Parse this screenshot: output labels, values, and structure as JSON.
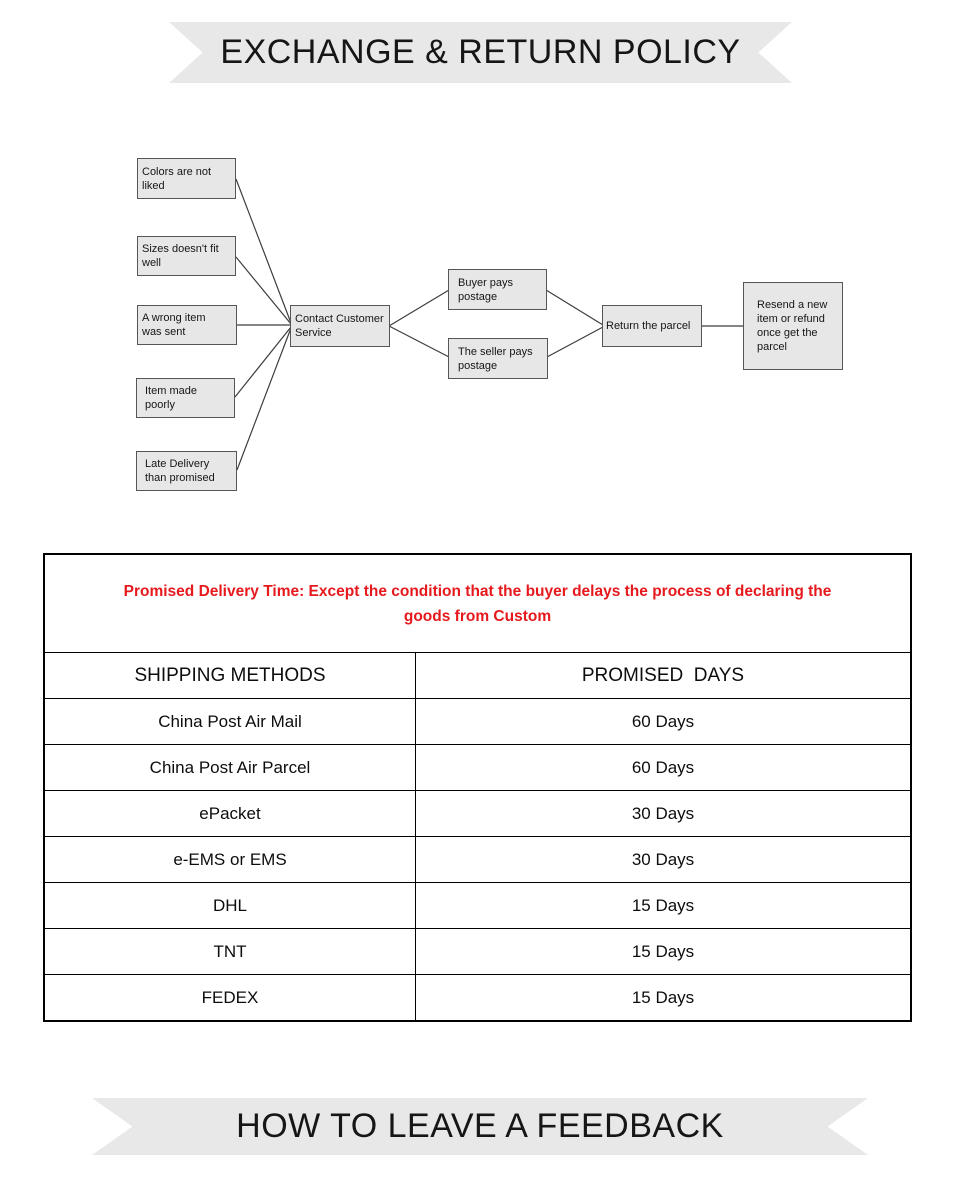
{
  "banners": {
    "top": "EXCHANGE & RETURN POLICY",
    "bottom": "HOW TO LEAVE A FEEDBACK"
  },
  "flowchart": {
    "reasons": [
      {
        "label": "Colors are not\nliked"
      },
      {
        "label": "Sizes doesn't fit\nwell"
      },
      {
        "label": "A wrong item\nwas sent"
      },
      {
        "label": "Item made\npoorly"
      },
      {
        "label": "Late Delivery\nthan promised"
      }
    ],
    "contact": "Contact Customer\nService",
    "buyer_pays": "Buyer pays\npostage",
    "seller_pays": "The seller pays\npostage",
    "return_parcel": "Return the parcel",
    "resend": "Resend a new\nitem or refund\nonce get the\nparcel"
  },
  "table": {
    "note": "Promised Delivery Time: Except the condition that the buyer delays the process of declaring the\ngoods from Custom",
    "headers": [
      "SHIPPING METHODS",
      "PROMISED  DAYS"
    ],
    "rows": [
      {
        "method": "China Post Air Mail",
        "days": "60 Days"
      },
      {
        "method": "China Post Air Parcel",
        "days": "60 Days"
      },
      {
        "method": "ePacket",
        "days": "30 Days"
      },
      {
        "method": "e-EMS or EMS",
        "days": "30 Days"
      },
      {
        "method": "DHL",
        "days": "15 Days"
      },
      {
        "method": "TNT",
        "days": "15 Days"
      },
      {
        "method": "FEDEX",
        "days": "15 Days"
      }
    ]
  },
  "colors": {
    "ribbon_gray": "#e8e8e8",
    "node_gray": "#e7e7e7",
    "note_red": "#e6191d",
    "connector_dark": "#3d3d3d",
    "table_border": "#000000"
  }
}
